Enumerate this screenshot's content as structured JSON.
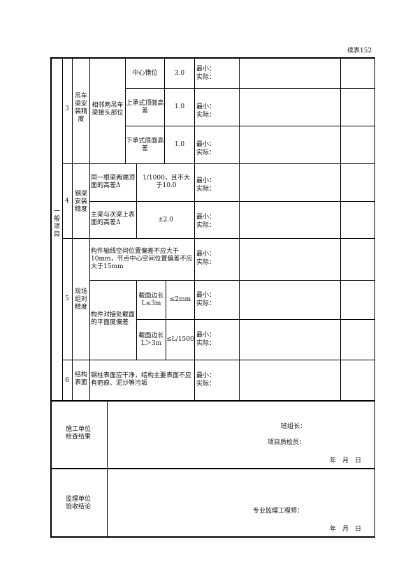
{
  "doc": {
    "continuation": "续表152",
    "category": "一般项目",
    "items": [
      {
        "no": "3",
        "name": "吊车梁安装精度",
        "group": "相邻两吊车梁接头部位",
        "rows": [
          {
            "label": "中心错位",
            "tol": "3.0"
          },
          {
            "label": "上承式顶面高差",
            "tol": "1.0"
          },
          {
            "label": "下承式底面高差",
            "tol": "1.0"
          }
        ]
      },
      {
        "no": "4",
        "name": "钢梁安装精度",
        "rows": [
          {
            "label": "同一根梁两端顶面的高差Δ",
            "tol": "1/1000，且不大于10.0"
          },
          {
            "label": "主梁与次梁上表面的高差Δ",
            "tol": "±2.0"
          }
        ]
      },
      {
        "no": "5",
        "name": "现场组对精度",
        "rows": [
          {
            "label": "构件轴线空间位置偏差不应大于10mm，节点中心空间位置偏差不应大于15mm"
          }
        ],
        "group": "构件对接处截面的平面度偏差",
        "subrows": [
          {
            "label": "截面边长L≤3m",
            "tol": "≤2mm"
          },
          {
            "label": "截面边长L＞3m",
            "tol": "≤L/1500"
          }
        ]
      },
      {
        "no": "6",
        "name": "结构表面",
        "rows": [
          {
            "label": "钢柱表面应干净，结构主要表面不应有疤痕、泥沙等污垢"
          }
        ]
      }
    ],
    "measure_min": "最小：",
    "measure_actual": "实际：",
    "construction": {
      "label": "施工单位检查结果",
      "team_leader": "班组长：",
      "inspector": "项目质检员：",
      "date": "年　月　日"
    },
    "supervision": {
      "label": "监理单位验收结论",
      "engineer": "专业监理工程师：",
      "date": "年　月　日"
    }
  }
}
